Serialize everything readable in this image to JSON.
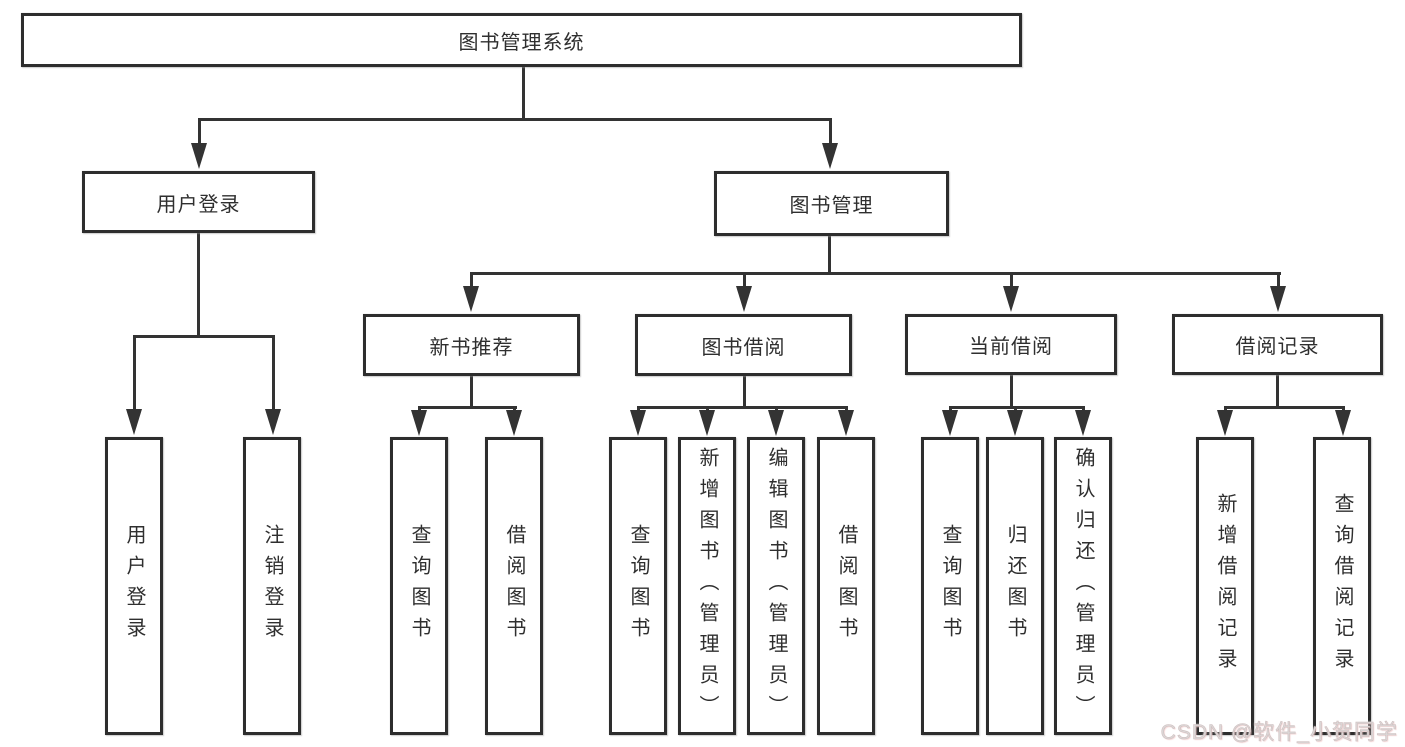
{
  "diagram": {
    "type": "hierarchy-tree",
    "root_label": "图书管理系统",
    "tree": {
      "图书管理系统": {
        "用户登录": [
          "用户登录",
          "注销登录"
        ],
        "图书管理": {
          "新书推荐": [
            "查询图书",
            "借阅图书"
          ],
          "图书借阅": [
            "查询图书",
            "新增图书（管理员）",
            "编辑图书（管理员）",
            "借阅图书"
          ],
          "当前借阅": [
            "查询图书",
            "归还图书",
            "确认归还（管理员）"
          ],
          "借阅记录": [
            "新增借阅记录",
            "查询借阅记录"
          ]
        }
      }
    }
  },
  "nodes": {
    "root": {
      "label": "图书管理系统"
    },
    "user_login": {
      "label": "用户登录"
    },
    "book_mgmt": {
      "label": "图书管理"
    },
    "new_book_rec": {
      "label": "新书推荐"
    },
    "book_borrow": {
      "label": "图书借阅"
    },
    "current_borrow": {
      "label": "当前借阅"
    },
    "borrow_record": {
      "label": "借阅记录"
    },
    "leaf_user_login": {
      "label": "用户登录"
    },
    "leaf_logout": {
      "label": "注销登录"
    },
    "leaf_rec_query": {
      "label": "查询图书"
    },
    "leaf_rec_borrow": {
      "label": "借阅图书"
    },
    "leaf_bb_query": {
      "label": "查询图书"
    },
    "leaf_bb_add": {
      "label": "新增图书（管理员）"
    },
    "leaf_bb_edit": {
      "label": "编辑图书（管理员）"
    },
    "leaf_bb_borrow": {
      "label": "借阅图书"
    },
    "leaf_cb_query": {
      "label": "查询图书"
    },
    "leaf_cb_return": {
      "label": "归还图书"
    },
    "leaf_cb_confirm": {
      "label": "确认归还（管理员）"
    },
    "leaf_br_add": {
      "label": "新增借阅记录"
    },
    "leaf_br_query": {
      "label": "查询借阅记录"
    }
  },
  "watermark": {
    "text": "CSDN @软件_小贺同学"
  },
  "colors": {
    "background": "#ffffff",
    "box_fill": "#ffffff",
    "box_border": "#2d2d2d",
    "connector": "#333333",
    "text": "#2f2f2f",
    "watermark_text": "#dcd8d8"
  }
}
